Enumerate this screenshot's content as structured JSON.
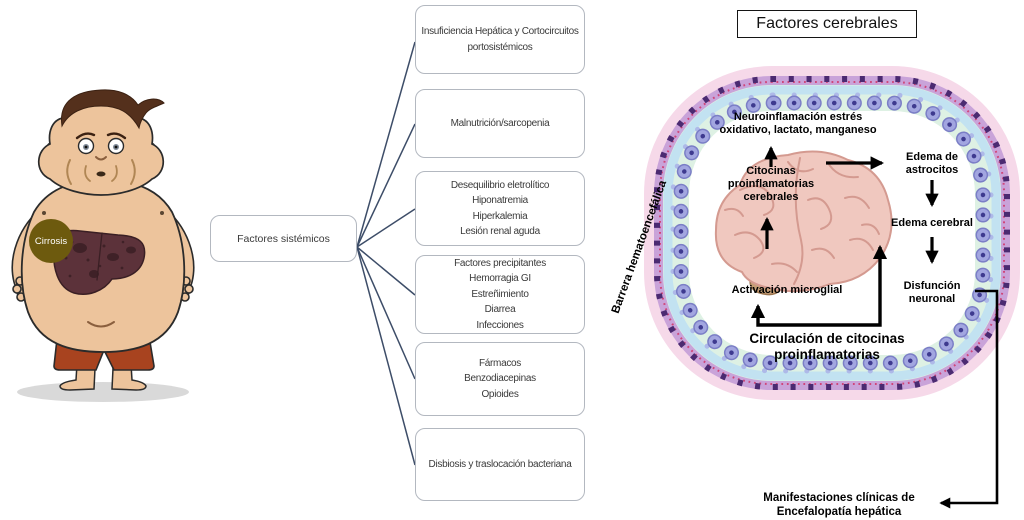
{
  "patient": {
    "badge": "Cirrosis"
  },
  "systemic": {
    "hub_label": "Factores sistémicos",
    "boxes": [
      {
        "id": "insuficiencia",
        "lines": "Insuficiencia Hepática y Cortocircuitos portosistémicos"
      },
      {
        "id": "malnutricion",
        "lines": "Malnutrición/sarcopenia"
      },
      {
        "id": "electrolitico",
        "lines": [
          "Desequilibrio eletrolítico",
          "Hiponatremia",
          "Hiperkalemia",
          "Lesión renal aguda"
        ]
      },
      {
        "id": "precipitantes",
        "lines": [
          "Factores precipitantes",
          "Hemorragia GI",
          "Estreñimiento",
          "Diarrea",
          "Infecciones"
        ]
      },
      {
        "id": "farmacos",
        "lines": [
          "Fármacos",
          "Benzodiacepinas",
          "Opioides"
        ]
      },
      {
        "id": "disbiosis",
        "lines": "Disbiosis y traslocación bacteriana"
      }
    ]
  },
  "cerebral": {
    "title": "Factores cerebrales",
    "barrier_label": "Barrera  hematoencefálica",
    "labels": {
      "neuroinflamacion": [
        "Neuroinflamación estrés",
        "oxidativo, lactato, manganeso"
      ],
      "citocinas": [
        "Citocinas",
        "proinflamatorias",
        "cerebrales"
      ],
      "edema_astrocitos": [
        "Edema de",
        "astrocitos"
      ],
      "edema_cerebral": "Edema cerebral",
      "disfuncion": [
        "Disfunción",
        "neuronal"
      ],
      "activacion": "Activación microglial",
      "circulacion": "Circulación de citocinas proinflamatorias"
    },
    "outcome": [
      "Manifestaciones clínicas de",
      "Encefalopatía hepática"
    ]
  },
  "colors": {
    "box_border": "#b3b8c0",
    "connector": "#3d4d68",
    "title_border": "#141414",
    "badge_bg": "#6d5a0e",
    "membrane_pink": "#f6d9e9",
    "membrane_purple": "#c9a3d9",
    "membrane_nuclei": "#4b2a71",
    "tight_junction_dots": "#cf4679",
    "cell_blue": "#a2a6e0",
    "cell_nucleus": "#3e3a8f",
    "glow_teal": "#def1e4",
    "brain_pink": "#f0c8bf",
    "skin": "#edc49c",
    "shorts": "#a8431f",
    "liver": "#5c323a"
  }
}
